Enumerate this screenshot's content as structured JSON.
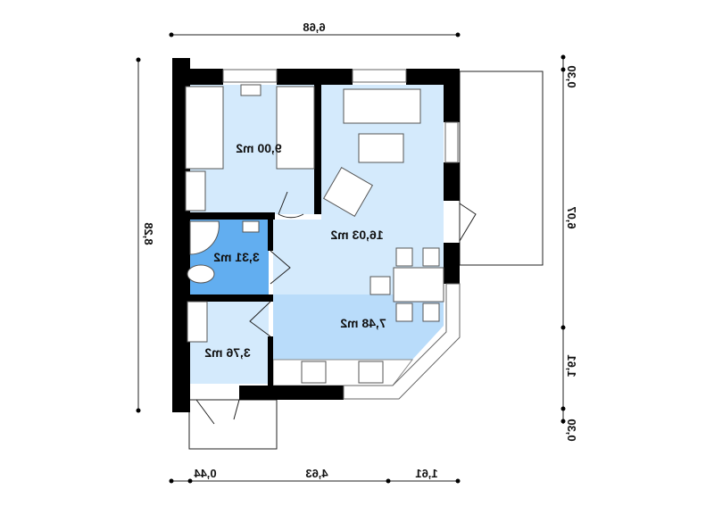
{
  "dimensions": {
    "top_total": "6,68",
    "left_total": "8,28",
    "bottom": [
      "0,44",
      "4,63",
      "1,61"
    ],
    "right": [
      "0,30",
      "6,07",
      "1,61",
      "0,30"
    ]
  },
  "rooms": {
    "bedroom": "9,00 m2",
    "living": "16,03 m2",
    "bathroom": "3,31 m2",
    "kitchen": "7,48 m2",
    "hall": "3,76 m2"
  },
  "colors": {
    "room_light": "#d4eafc",
    "bathroom": "#62aef0",
    "kitchen": "#b9dcfa",
    "wall": "#000000"
  }
}
